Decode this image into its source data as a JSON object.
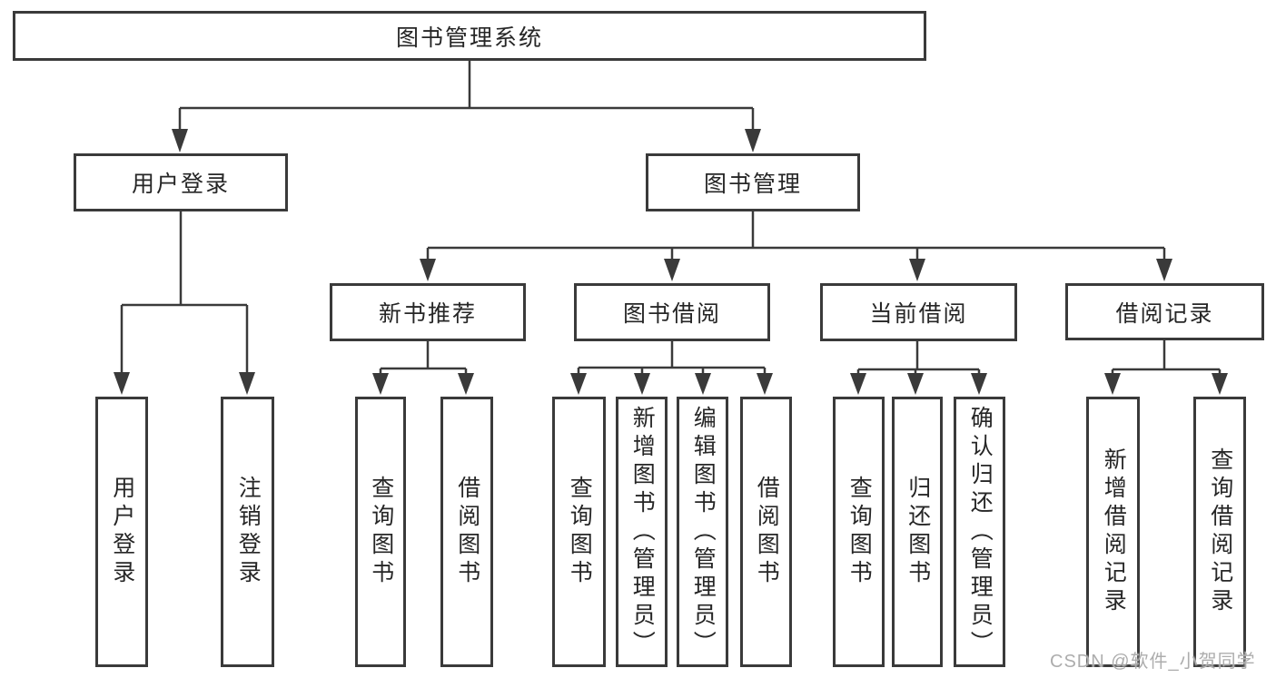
{
  "tree": {
    "label": "图书管理系统",
    "children": [
      {
        "label": "用户登录",
        "children": [
          {
            "label": "用户登录"
          },
          {
            "label": "注销登录"
          }
        ]
      },
      {
        "label": "图书管理",
        "children": [
          {
            "label": "新书推荐",
            "children": [
              {
                "label": "查询图书"
              },
              {
                "label": "借阅图书"
              }
            ]
          },
          {
            "label": "图书借阅",
            "children": [
              {
                "label": "查询图书"
              },
              {
                "label": "新增图书（管理员）"
              },
              {
                "label": "编辑图书（管理员）"
              },
              {
                "label": "借阅图书"
              }
            ]
          },
          {
            "label": "当前借阅",
            "children": [
              {
                "label": "查询图书"
              },
              {
                "label": "归还图书"
              },
              {
                "label": "确认归还（管理员）"
              }
            ]
          },
          {
            "label": "借阅记录",
            "children": [
              {
                "label": "新增借阅记录"
              },
              {
                "label": "查询借阅记录"
              }
            ]
          }
        ]
      }
    ]
  },
  "watermark": {
    "text": "CSDN @软件_小贺同学"
  },
  "colors": {
    "background": "#ffffff",
    "line": "#3a3a3a",
    "box_border": "#3a3a3a",
    "text": "#262626",
    "watermark": "#adadad"
  }
}
